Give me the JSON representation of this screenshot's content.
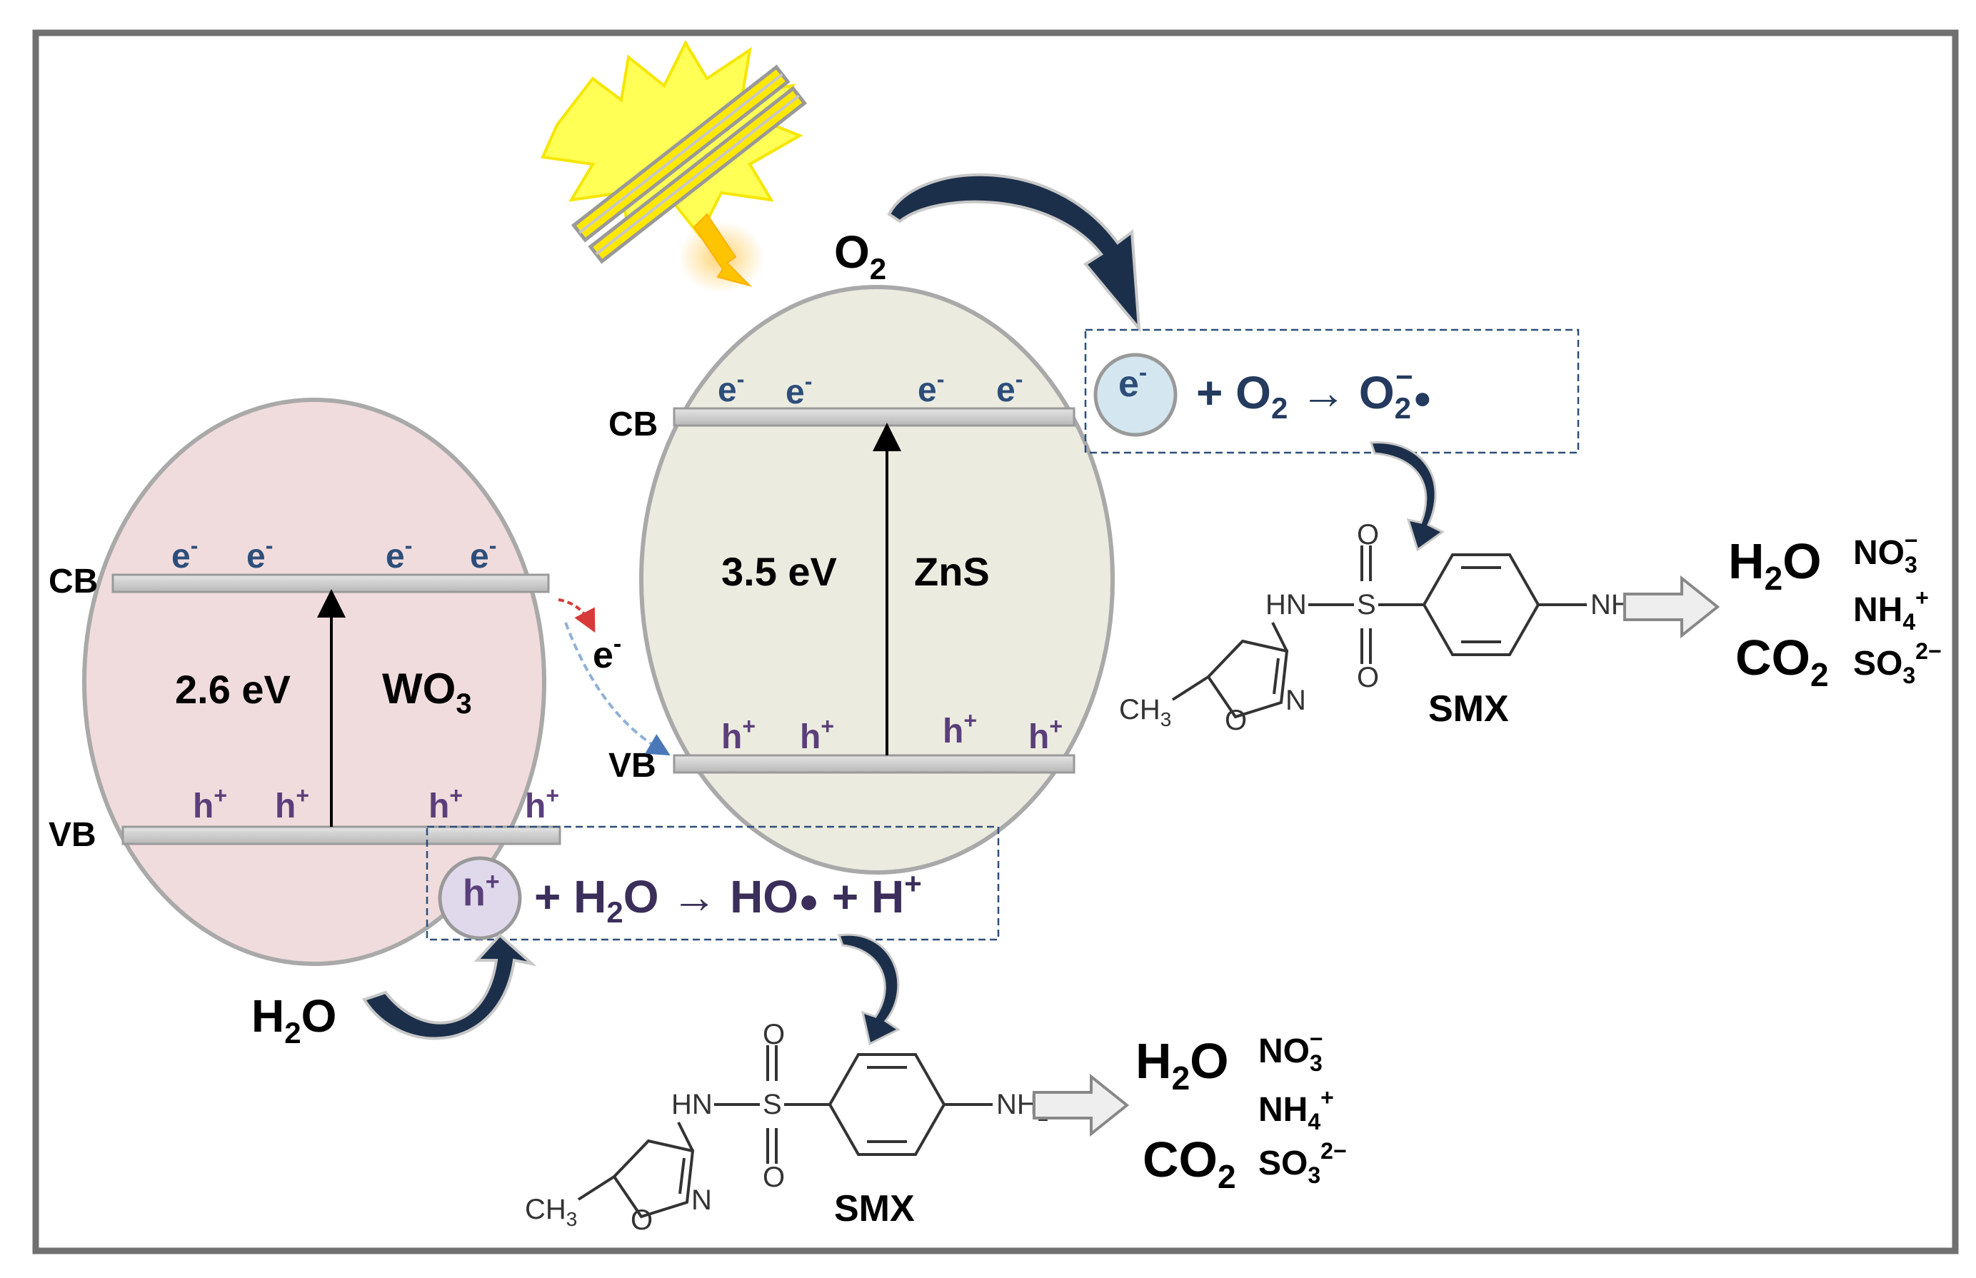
{
  "wo3": {
    "cb_label": "CB",
    "vb_label": "VB",
    "bandgap": "2.6 eV",
    "name_main": "WO",
    "name_sub": "3",
    "electrons": [
      "e",
      "e",
      "e",
      "e"
    ],
    "holes": [
      "h",
      "h",
      "h",
      "h"
    ]
  },
  "zns": {
    "cb_label": "CB",
    "vb_label": "VB",
    "bandgap": "3.5 eV",
    "name": "ZnS",
    "electrons": [
      "e",
      "e",
      "e",
      "e"
    ],
    "holes": [
      "h",
      "h",
      "h",
      "h"
    ]
  },
  "transfer": {
    "electron": "e",
    "sup": "-"
  },
  "signs": {
    "minus": "-",
    "plus": "+"
  },
  "o2_source": {
    "main": "O",
    "sub": "2"
  },
  "h2o_source": {
    "main": "H",
    "sub": "2",
    "tail": "O"
  },
  "reaction_electron": {
    "circle": "e",
    "circle_sup": "-",
    "plus": "+ O",
    "o2_sub": "2",
    "arrow": "→",
    "product": "O",
    "product_sub": "2",
    "product_sup": "−",
    "radical": "●"
  },
  "reaction_hole": {
    "circle": "h",
    "circle_sup": "+",
    "plus_h": "+ H",
    "h_sub": "2",
    "o": "O",
    "arrow": "→",
    "product": "HO",
    "radical": "●",
    "tail": "+ H",
    "tail_sup": "+"
  },
  "smx": {
    "label": "SMX",
    "atoms": {
      "o": "O",
      "s": "S",
      "hn": "HN",
      "nh2": "NH",
      "nh2_sub": "2",
      "ch3": "CH",
      "ch3_sub": "3",
      "n": "N",
      "ring_o": "O"
    }
  },
  "products": {
    "h2o": "H",
    "h2o_sub": "2",
    "h2o_tail": "O",
    "co2": "CO",
    "co2_sub": "2",
    "no3": "NO",
    "no3_sub": "3",
    "no3_sup": "−",
    "nh4": "NH",
    "nh4_sub": "4",
    "nh4_sup": "+",
    "so3": "SO",
    "so3_sub": "3",
    "so3_sup": "2−"
  },
  "colors": {
    "frame": "#707070",
    "wo3_fill": "#f1dcdd",
    "zns_fill": "#ecebe0",
    "electron_text": "#2d4e7a",
    "hole_text": "#5a3f7a",
    "reaction_text": "#243a5e",
    "hole_reaction_text": "#3b2e5a",
    "curve_arrow": "#1c2f4a",
    "band": "#c8c8c8"
  }
}
